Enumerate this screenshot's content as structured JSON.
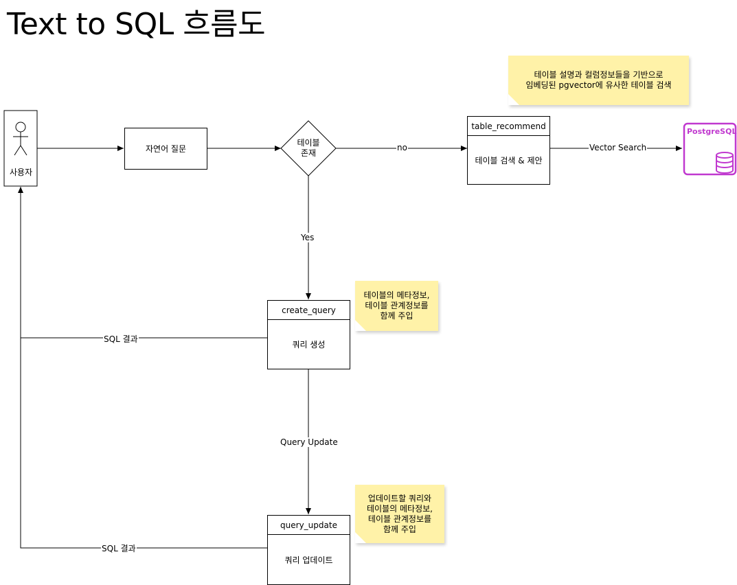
{
  "title": "Text to SQL 흐름도",
  "actor": {
    "label": "사용자"
  },
  "nodes": {
    "question": "자연어 질문",
    "decision_line1": "테이블",
    "decision_line2": "존재",
    "table_recommend": {
      "header": "table_recommend",
      "body": "테이블 검색 & 제안"
    },
    "create_query": {
      "header": "create_query",
      "body": "쿼리 생성"
    },
    "query_update": {
      "header": "query_update",
      "body": "쿼리 업데이트"
    },
    "database": {
      "label": "PostgreSQL",
      "icon": "database-icon",
      "color": "#c038cf"
    }
  },
  "edges": {
    "no": "no",
    "yes": "Yes",
    "vector_search": "Vector Search",
    "query_update": "Query Update",
    "sql_result_1": "SQL 결과",
    "sql_result_2": "SQL 결과"
  },
  "notes": {
    "recommend": [
      "테이블 설명과 컬럼정보들을 기반으로",
      "임베딩된 pgvector에 유사한 테이블 검색"
    ],
    "create": [
      "테이블의 메타정보,",
      "테이블 관계정보를",
      "함께 주입"
    ],
    "update": [
      "업데이트할 쿼리와",
      "테이블의 메타정보,",
      "테이블 관계정보를",
      "함께 주입"
    ]
  },
  "colors": {
    "note": "#fff2a8",
    "database": "#c038cf"
  }
}
